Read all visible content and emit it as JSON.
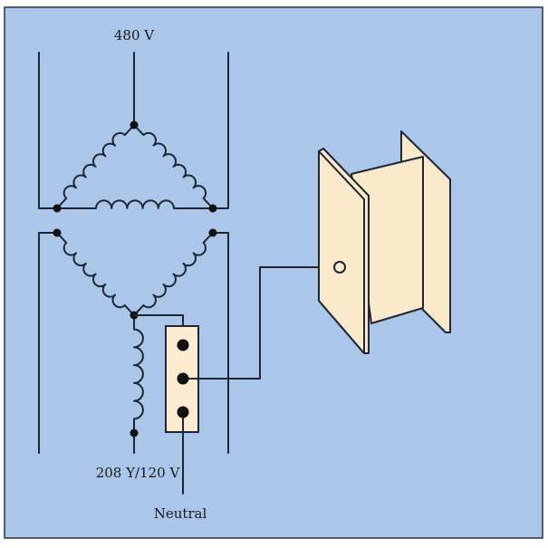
{
  "diagram": {
    "primary_label": "480 V",
    "secondary_label": "208 Y/120 V",
    "neutral_label": "Neutral",
    "colors": {
      "background": "#aac6e8",
      "wire": "#1f2633",
      "beam": "#fbe9cc",
      "terminal_block": "#fdecd0"
    }
  }
}
